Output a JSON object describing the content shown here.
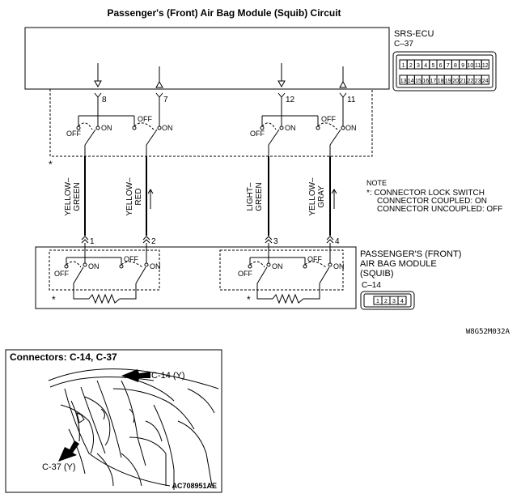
{
  "title": "Passenger's (Front) Air Bag Module (Squib) Circuit",
  "ecu": {
    "name": "SRS-ECU",
    "connector": "C–37",
    "pins_top": [
      "1",
      "2",
      "3",
      "4",
      "5",
      "6",
      "7",
      "8",
      "9",
      "10",
      "11",
      "12"
    ],
    "pins_bottom": [
      "13",
      "14",
      "15",
      "16",
      "17",
      "18",
      "19",
      "20",
      "21",
      "22",
      "23",
      "24"
    ],
    "pin_numbers": [
      "8",
      "7",
      "12",
      "11"
    ]
  },
  "switch_labels": {
    "off": "OFF",
    "on": "ON"
  },
  "asterisk": "*",
  "wires": [
    {
      "line1": "YELLOW–",
      "line2": "GREEN"
    },
    {
      "line1": "YELLOW–",
      "line2": "RED"
    },
    {
      "line1": "LIGHT–",
      "line2": "GREEN"
    },
    {
      "line1": "YELLOW–",
      "line2": "GRAY"
    }
  ],
  "module_pins": [
    "1",
    "2",
    "3",
    "4"
  ],
  "note": {
    "heading": "NOTE",
    "line1": "*: CONNECTOR LOCK SWITCH",
    "line2": "CONNECTOR COUPLED: ON",
    "line3": "CONNECTOR UNCOUPLED: OFF"
  },
  "module": {
    "line1": "PASSENGER'S (FRONT)",
    "line2": "AIR BAG MODULE",
    "line3": "(SQUIB)",
    "connector": "C–14",
    "pins": [
      "1",
      "2",
      "3",
      "4"
    ]
  },
  "diagram_code": "W8G52M032A",
  "inset": {
    "title": "Connectors: C-14, C-37",
    "callout_top": "C-14 (Y)",
    "callout_bottom": "C-37 (Y)",
    "code": "AC708951AE"
  }
}
